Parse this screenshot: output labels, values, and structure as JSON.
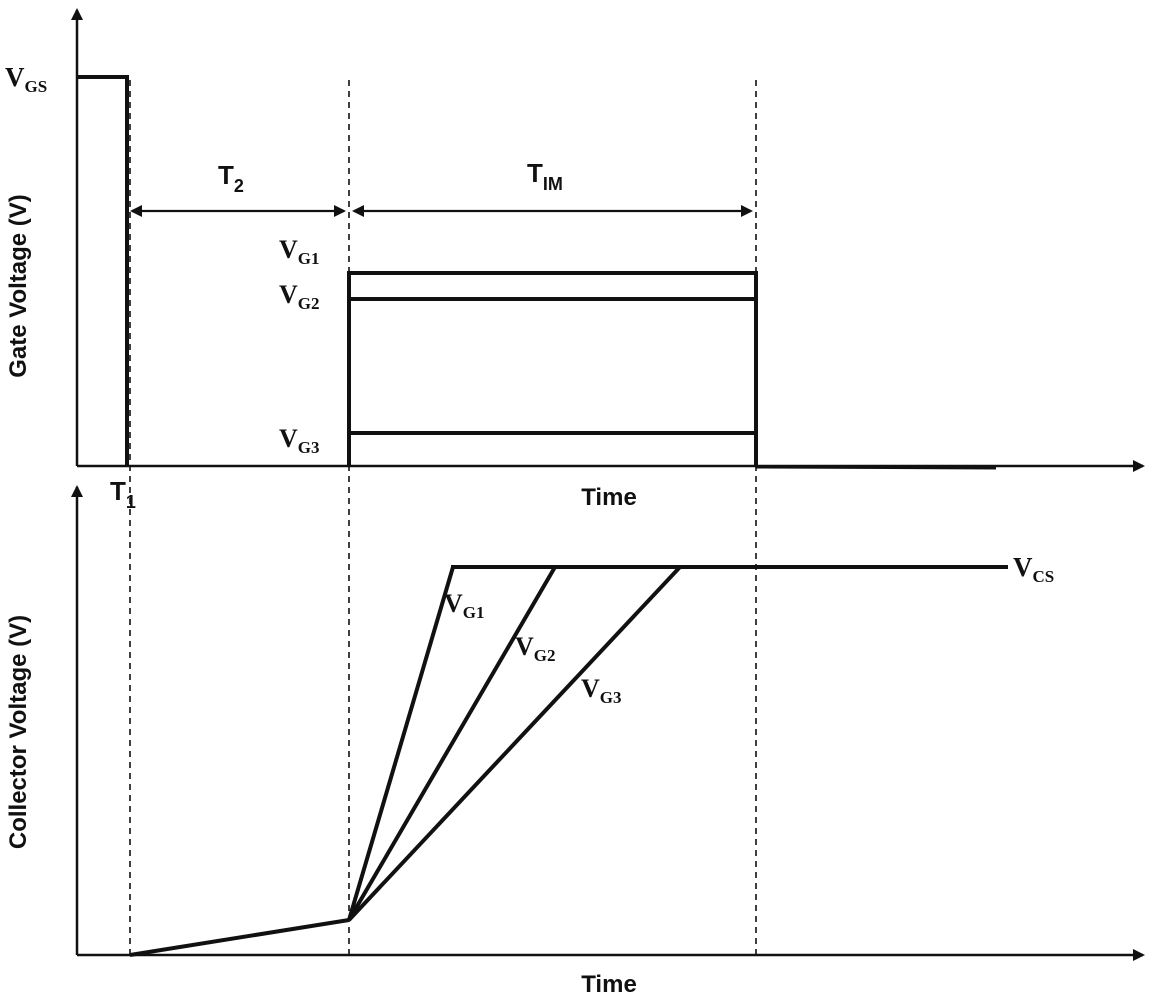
{
  "top_plot": {
    "ylabel": "Gate Voltage (V)",
    "xlabel": "Time",
    "v_gs": {
      "main": "V",
      "sub": "GS"
    },
    "v_g1": {
      "main": "V",
      "sub": "G1"
    },
    "v_g2": {
      "main": "V",
      "sub": "G2"
    },
    "v_g3": {
      "main": "V",
      "sub": "G3"
    },
    "t2": {
      "main": "T",
      "sub": "2"
    },
    "t_im": {
      "main": "T",
      "sub": "IM"
    }
  },
  "bottom_plot": {
    "ylabel": "Collector Voltage (V)",
    "xlabel": "Time",
    "t1": {
      "main": "T",
      "sub": "1"
    },
    "v_cs": {
      "main": "V",
      "sub": "CS"
    },
    "v_g1": {
      "main": "V",
      "sub": "G1"
    },
    "v_g2": {
      "main": "V",
      "sub": "G2"
    },
    "v_g3": {
      "main": "V",
      "sub": "G3"
    }
  }
}
